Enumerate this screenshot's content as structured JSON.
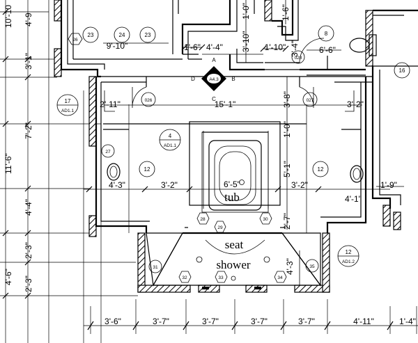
{
  "rooms": {
    "tub_label": "tub",
    "seat_label": "seat",
    "shower_label": "shower",
    "tub_dim": "6'-5\""
  },
  "dimensions": {
    "bottom": [
      "3'-6\"",
      "3'-7\"",
      "3'-7\"",
      "3'-7\"",
      "3'-7\"",
      "4'-11\"",
      "1'-4\""
    ],
    "left_outer": [
      "11'-6\"",
      "4'-6\"",
      "10'-10"
    ],
    "left_inner": [
      "3'-1\"",
      "7'-2\"",
      "4'-4\"",
      "2'-3\"",
      "2'-3\"",
      "4'-9"
    ],
    "mid": {
      "top_9_10": "9'-10\"",
      "d_1_6": "1'-6\"",
      "d_4_4": "4'-4\"",
      "d_1_10": "1'-10\"",
      "d_6_6": "6'-6\"",
      "d_15_1": "15'-1\"",
      "d_2_11": "2'-11\"",
      "d_3_2_right_top": "3'-2\"",
      "d_4_3": "4'-3\"",
      "d_3_2_left": "3'-2\"",
      "d_3_2_right": "3'-2\"",
      "d_4_1": "4'-1\"",
      "d_1_9": "1'-9\"",
      "v_3_10": "3'-10\"",
      "v_1_0": "1'-0\"",
      "v_1_6": "1'-6\"",
      "v_3_8": "3'-8\"",
      "v_1_0b": "1'-0\"",
      "v_5_1": "5'-1\"",
      "v_2_7": "2'-7\"",
      "v_4_3": "4'-3\"",
      "v_3_4": "3'-4\""
    }
  },
  "tags": {
    "t23a": "23",
    "t24": "24",
    "t23b": "23",
    "t26": "26",
    "t8": "8",
    "t028": "028",
    "t16": "16",
    "t17": "17",
    "t17_ref": "AD1.1",
    "t026": "026",
    "t027": "027",
    "t4": "4",
    "t4_ref": "AD1.1",
    "t27": "27",
    "t12_left": "12",
    "t12_right": "12",
    "t28": "28",
    "t29": "29",
    "t30": "30",
    "t31": "31",
    "t32": "32",
    "t33": "33",
    "t34": "34",
    "t35": "35",
    "t12_sheet": "12",
    "t12_ref": "AD1.2"
  },
  "section_marker": {
    "center": "A4.3",
    "a": "A",
    "b": "B",
    "c": "C",
    "d": "D"
  }
}
